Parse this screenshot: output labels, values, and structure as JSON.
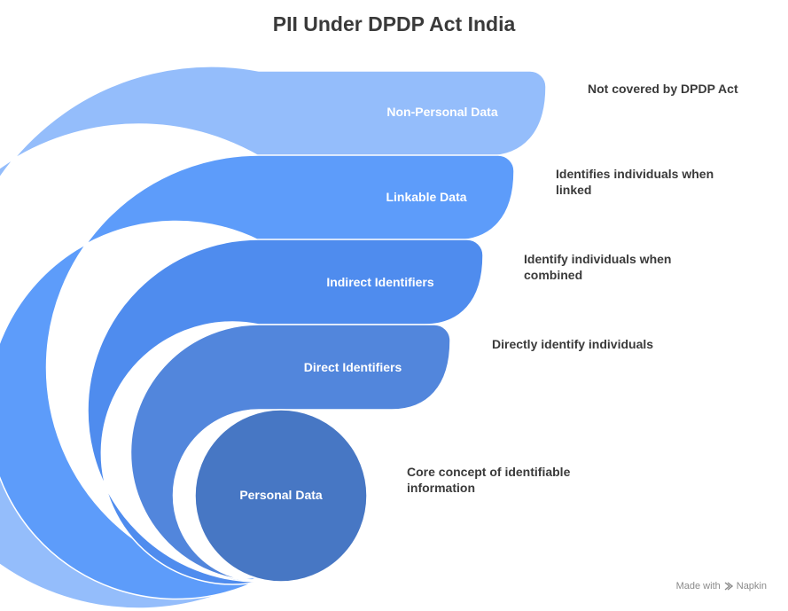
{
  "title": "PII Under DPDP Act India",
  "layers": [
    {
      "label": "Non-Personal Data",
      "description": "Not covered by DPDP Act",
      "color": "#94bdfb"
    },
    {
      "label": "Linkable Data",
      "description": "Identifies individuals when linked",
      "color": "#5d9cfa"
    },
    {
      "label": "Indirect Identifiers",
      "description": "Identify individuals when combined",
      "color": "#4f8cee"
    },
    {
      "label": "Direct Identifiers",
      "description": "Directly identify individuals",
      "color": "#5286dc"
    },
    {
      "label": "Personal Data",
      "description": "Core concept of identifiable information",
      "color": "#4777c4"
    }
  ],
  "footer": {
    "made_with": "Made with",
    "brand": "Napkin",
    "icon": "napkin-logo-icon"
  }
}
